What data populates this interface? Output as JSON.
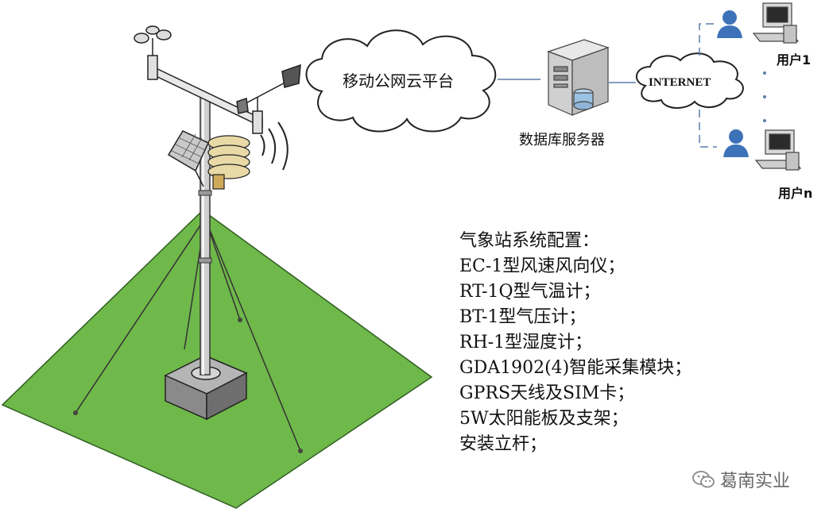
{
  "cloud_platform": {
    "label": "移动公网云平台"
  },
  "server": {
    "label": "数据库服务器"
  },
  "internet": {
    "label": "INTERNET"
  },
  "users": [
    {
      "label": "用户1"
    },
    {
      "label": "用户n"
    }
  ],
  "config": {
    "title": "气象站系统配置：",
    "items": [
      "EC-1型风速风向仪；",
      "RT-1Q型气温计；",
      "BT-1型气压计；",
      "RH-1型湿度计；",
      "GDA1902(4)智能采集模块；",
      "GPRS天线及SIM卡；",
      "5W太阳能板及支架；",
      "安装立杆；"
    ]
  },
  "watermark": {
    "label": "葛南实业",
    "icon": "wechat-icon"
  },
  "colors": {
    "ground": "#6fb84a",
    "link_line": "#5a7fa8",
    "user_icon": "#3d72b8"
  }
}
